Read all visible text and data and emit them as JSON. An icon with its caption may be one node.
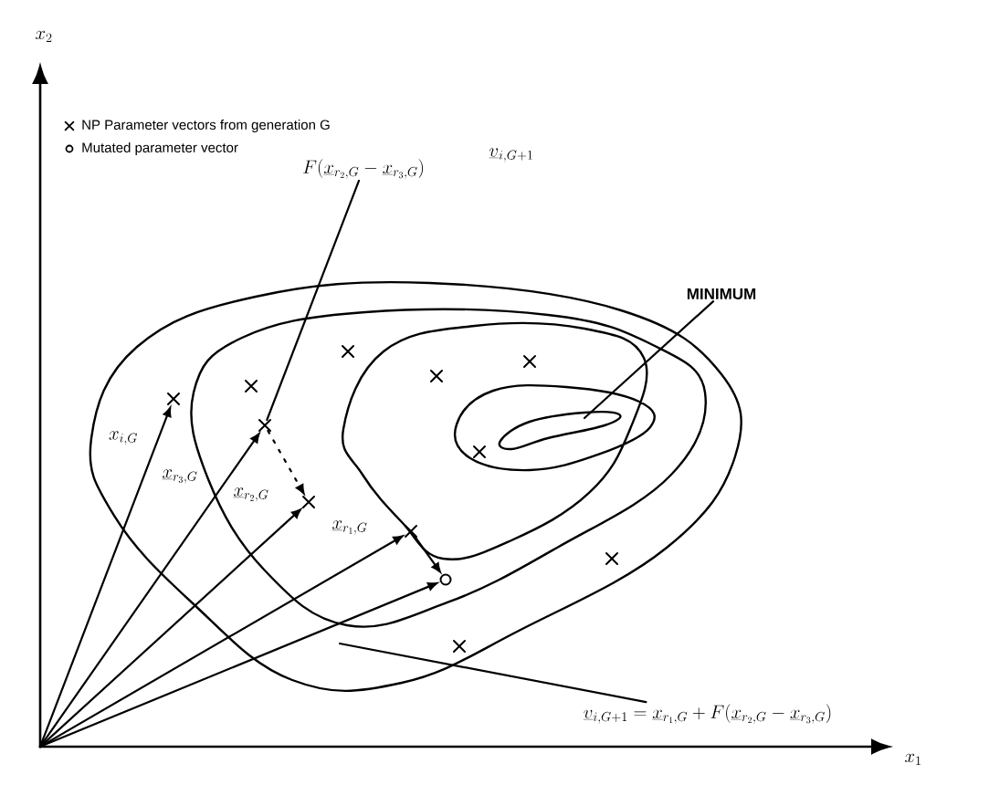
{
  "diagram": {
    "nodes": [
      {
        "text": [
          "F(\\underline{x}_{r_2,G} - \\underline{x}_{r_3,G})"
        ]
      },
      {
        "text": [
          "MINIMUM"
        ]
      },
      {
        "text": [],
        "shape": "cross"
      },
      {
        "text": [],
        "shape": "cross"
      },
      {
        "text": [],
        "shape": "cross"
      },
      {
        "text": [],
        "shape": "cross"
      },
      {
        "text": [],
        "shape": "cross"
      },
      {
        "text": [],
        "shape": "cross"
      },
      {
        "text": [],
        "shape": "cross"
      },
      {
        "text": [],
        "shape": "cross"
      },
      {
        "text": [],
        "shape": "cross"
      },
      {
        "text": [],
        "shape": "cross"
      },
      {
        "text": [],
        "shape": "circle"
      },
      {
        "text": [],
        "shape": "cross"
      },
      {
        "text": [
          "\\underline{v}_{i,G+1} = \\underline{x}_{r_1,G} + F(\\underline{x}_{r_2,G} - \\underline{x}_{r_3,G})"
        ]
      },
      {
        "text": [],
        "shape": "point"
      }
    ],
    "edges": [
      {
        "from": 15,
        "to": 6,
        "arrow": "to",
        "label": "x_{i,G}"
      },
      {
        "from": 15,
        "to": 7,
        "arrow": "to",
        "label": "\\underline{x}_{r_3,G}"
      },
      {
        "from": 15,
        "to": 9,
        "arrow": "to",
        "label": "\\underline{x}_{r_2,G}"
      },
      {
        "from": 15,
        "to": 10,
        "arrow": "to",
        "label": "\\underline{x}_{r_1,G}"
      },
      {
        "from": 15,
        "to": 12,
        "arrow": "to"
      },
      {
        "from": 7,
        "to": 9,
        "arrow": "to",
        "style": "dashed"
      },
      {
        "from": 10,
        "to": 12,
        "arrow": "to"
      },
      {
        "from": 0,
        "to": 7,
        "arrow": "none"
      },
      {
        "from": 1,
        "to": null,
        "arrow": "none"
      },
      {
        "from": 14,
        "to": null,
        "arrow": "none"
      }
    ],
    "labels": [
      "x_2",
      "\\underline{v}_{i,G+1}",
      "x_1"
    ],
    "legend": [
      {
        "text": "NP Parameter vectors from generation G"
      },
      {
        "text": "Mutated parameter vector"
      }
    ]
  }
}
